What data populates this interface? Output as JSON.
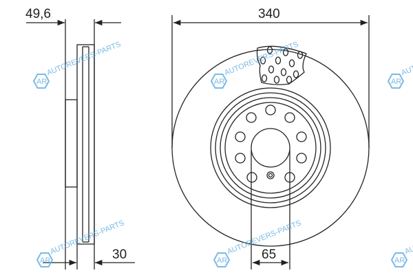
{
  "dimensions": {
    "offset": "49,6",
    "thickness": "30",
    "diameter": "340",
    "center_bore": "65"
  },
  "watermark": {
    "text": "AUTOREVERS-PARTS",
    "logo": "AR",
    "color": "#5aa9de"
  }
}
